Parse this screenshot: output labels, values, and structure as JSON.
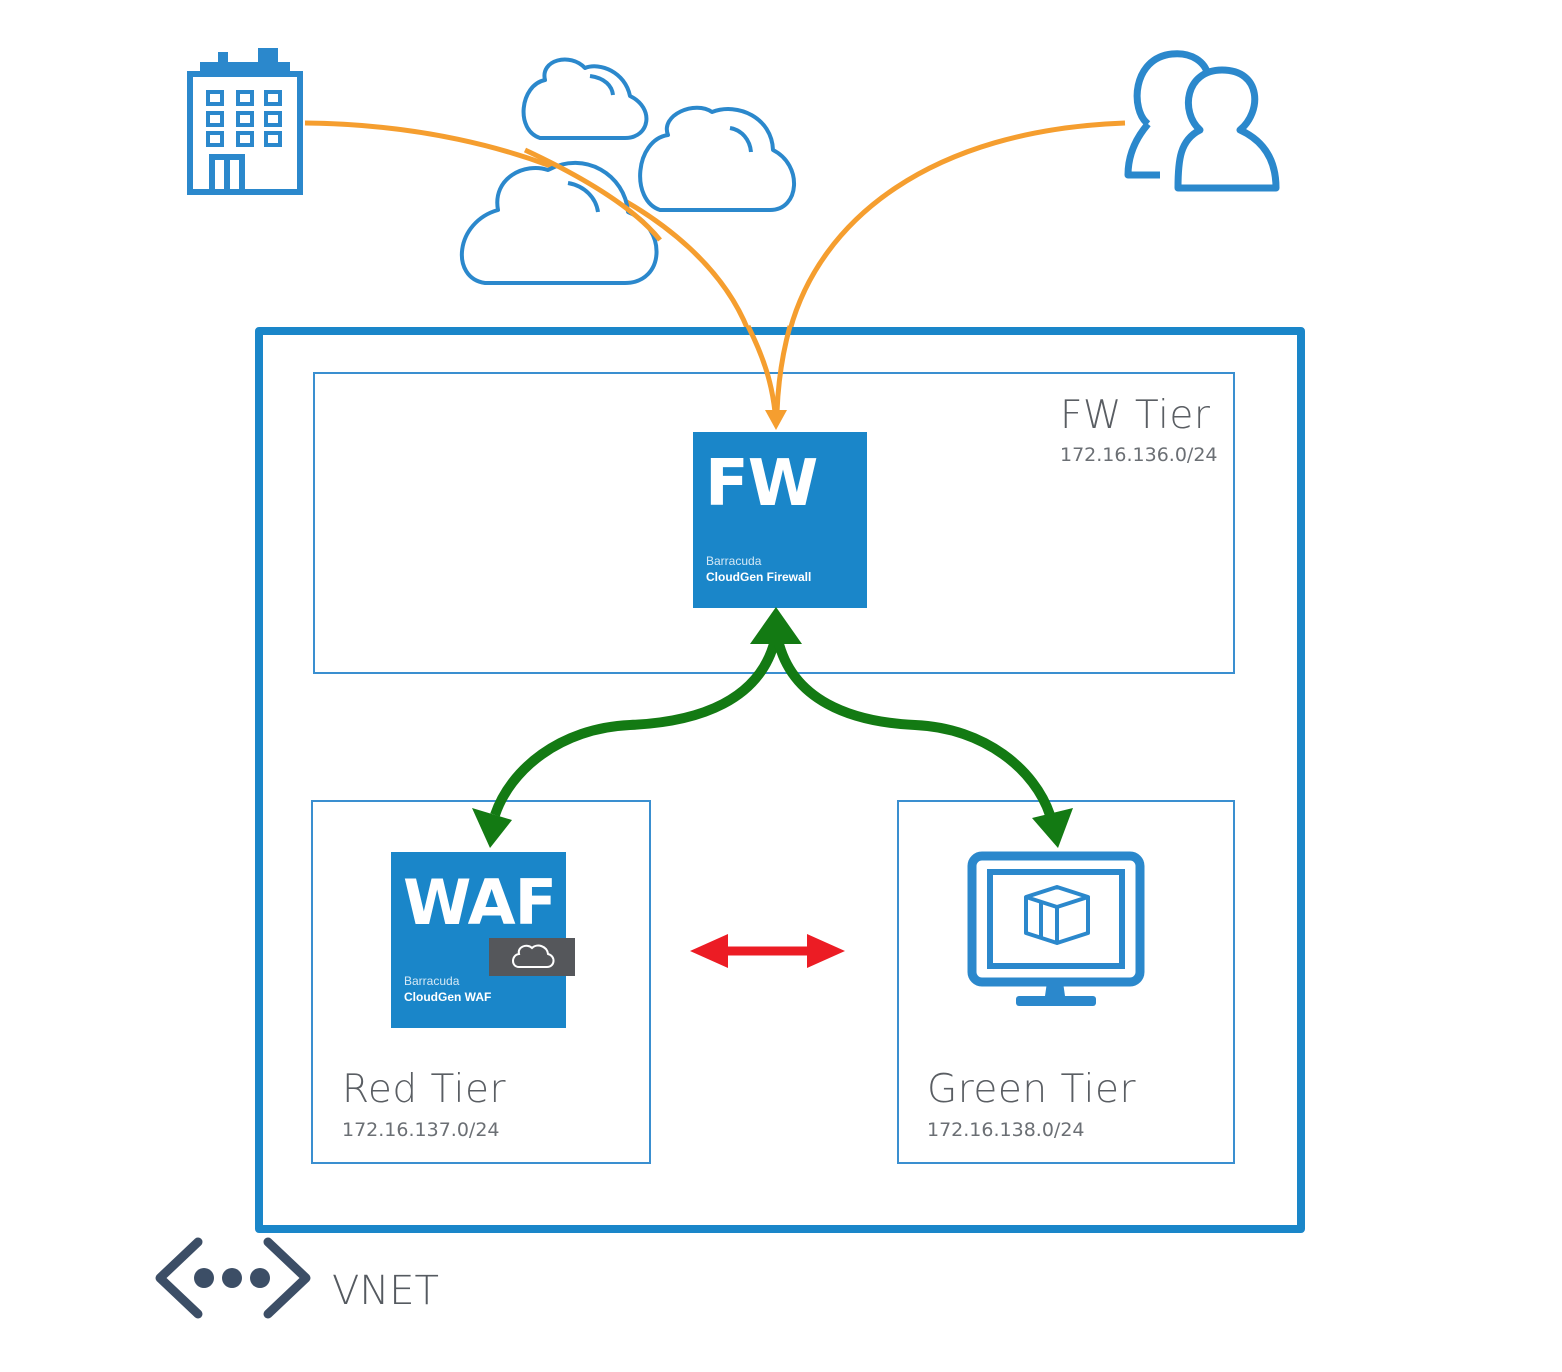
{
  "vnet": {
    "label": "VNET"
  },
  "fw_tier": {
    "name": "FW Tier",
    "subnet": "172.16.136.0/24"
  },
  "red_tier": {
    "name": "Red Tier",
    "subnet": "172.16.137.0/24"
  },
  "green_tier": {
    "name": "Green Tier",
    "subnet": "172.16.138.0/24"
  },
  "firewall": {
    "abbr": "FW",
    "vendor": "Barracuda",
    "product": "CloudGen Firewall"
  },
  "waf": {
    "abbr": "WAF",
    "vendor": "Barracuda",
    "product": "CloudGen WAF"
  },
  "icons": {
    "office": "building-icon",
    "users": "users-icon",
    "internet": "cloud-icon",
    "workload": "vm-monitor-icon",
    "network": "vnet-icon"
  },
  "colors": {
    "azure_blue": "#1a86c9",
    "internet_flow": "#f59e2f",
    "allowed_flow": "#137a13",
    "blocked_flow": "#ec1c24",
    "waf_tag": "#55575b"
  }
}
